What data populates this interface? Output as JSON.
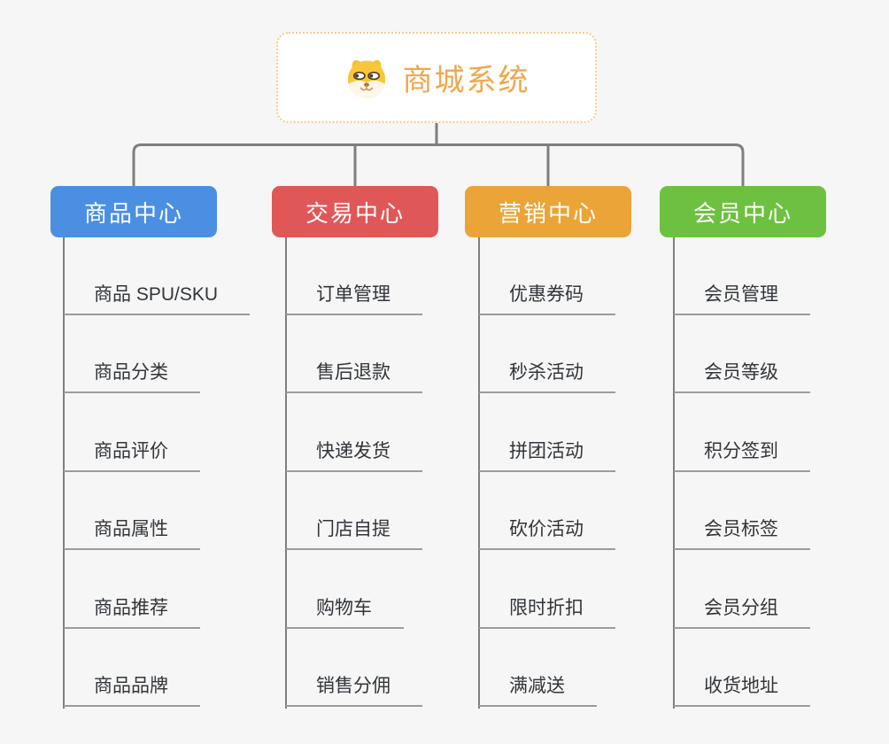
{
  "page": {
    "background": "#f5f6f5",
    "connector_color": "#7f7f7f",
    "underline_color": "#9c9c9c",
    "leaf_text_color": "#32353a"
  },
  "root": {
    "title": "商城系统",
    "icon": "dog-face-icon",
    "text_color": "#f2a64b",
    "border_color": "#f7ca8c"
  },
  "branches": [
    {
      "label": "商品中心",
      "color": "#4a8fe2",
      "leaves": [
        "商品 SPU/SKU",
        "商品分类",
        "商品评价",
        "商品属性",
        "商品推荐",
        "商品品牌"
      ]
    },
    {
      "label": "交易中心",
      "color": "#e05757",
      "leaves": [
        "订单管理",
        "售后退款",
        "快递发货",
        "门店自提",
        "购物车",
        "销售分佣"
      ]
    },
    {
      "label": "营销中心",
      "color": "#eba437",
      "leaves": [
        "优惠券码",
        "秒杀活动",
        "拼团活动",
        "砍价活动",
        "限时折扣",
        "满减送"
      ]
    },
    {
      "label": "会员中心",
      "color": "#6ec140",
      "leaves": [
        "会员管理",
        "会员等级",
        "积分签到",
        "会员标签",
        "会员分组",
        "收货地址"
      ]
    }
  ]
}
